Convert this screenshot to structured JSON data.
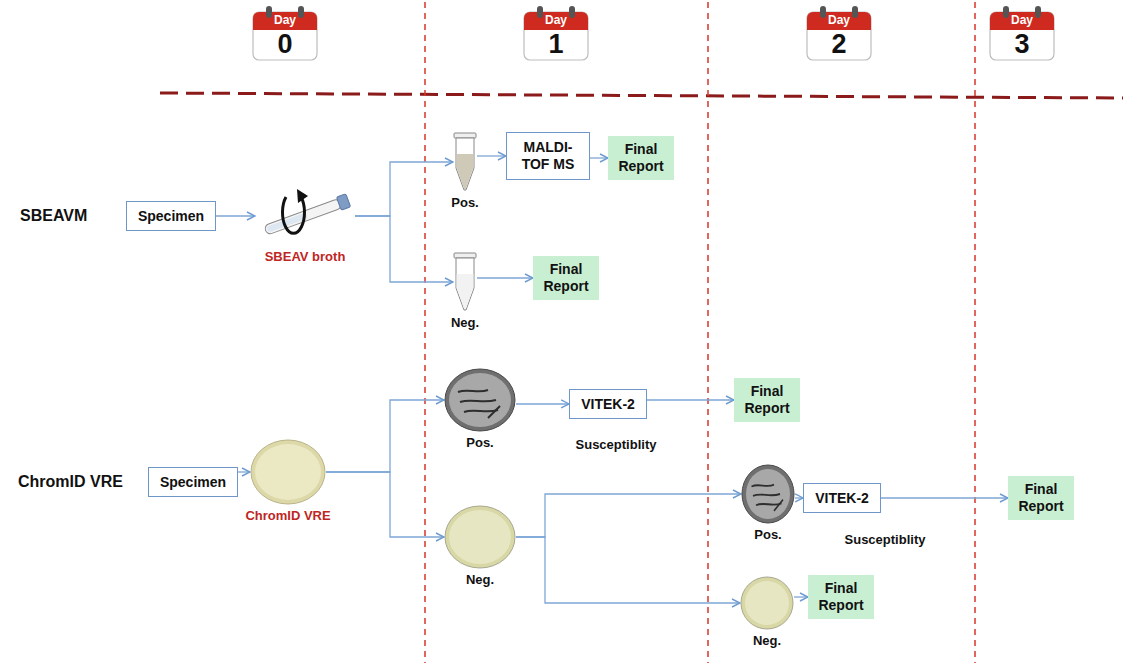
{
  "diagram": {
    "nodes": [
      {
        "text": [
          "Day",
          "0"
        ]
      },
      {
        "text": [
          "Day",
          "1"
        ]
      },
      {
        "text": [
          "Day",
          "2"
        ]
      },
      {
        "text": [
          "Day",
          "3"
        ]
      },
      {
        "text": [
          "Specimen"
        ]
      },
      {
        "text": [
          "SBEAV broth"
        ]
      },
      {
        "text": [
          "Pos."
        ]
      },
      {
        "text": [
          "MALDI-TOF MS"
        ]
      },
      {
        "text": [
          "Final Report"
        ]
      },
      {
        "text": [
          "Neg."
        ]
      },
      {
        "text": [
          "Final Report"
        ]
      },
      {
        "text": [
          "Specimen"
        ]
      },
      {
        "text": [
          "ChromID VRE"
        ]
      },
      {
        "text": [
          "Pos."
        ]
      },
      {
        "text": [
          "VITEK-2"
        ]
      },
      {
        "text": [
          "Final Report"
        ]
      },
      {
        "text": [
          "Neg."
        ]
      },
      {
        "text": [
          "Pos."
        ]
      },
      {
        "text": [
          "VITEK-2"
        ]
      },
      {
        "text": [
          "Final Report"
        ]
      },
      {
        "text": [
          "Neg."
        ]
      },
      {
        "text": [
          "Final Report"
        ]
      }
    ],
    "edges": [
      {
        "from": 4,
        "to": 5,
        "arrow": "to"
      },
      {
        "from": 5,
        "to": 6,
        "arrow": "to"
      },
      {
        "from": 5,
        "to": 9,
        "arrow": "to"
      },
      {
        "from": 6,
        "to": 7,
        "arrow": "to"
      },
      {
        "from": 7,
        "to": 8,
        "arrow": "to"
      },
      {
        "from": 9,
        "to": 10,
        "arrow": "to"
      },
      {
        "from": 11,
        "to": 12,
        "arrow": "to"
      },
      {
        "from": 12,
        "to": 13,
        "arrow": "to"
      },
      {
        "from": 12,
        "to": 16,
        "arrow": "to"
      },
      {
        "from": 13,
        "to": 14,
        "arrow": "to"
      },
      {
        "from": 14,
        "to": 15,
        "arrow": "to"
      },
      {
        "from": 16,
        "to": 17,
        "arrow": "to"
      },
      {
        "from": 16,
        "to": 20,
        "arrow": "to"
      },
      {
        "from": 17,
        "to": 18,
        "arrow": "to"
      },
      {
        "from": 18,
        "to": 19,
        "arrow": "to"
      },
      {
        "from": 20,
        "to": 21,
        "arrow": "to"
      }
    ],
    "labels": [
      "SBEAVM",
      "ChromID VRE",
      "Susceptiblity",
      "Susceptiblity"
    ]
  }
}
